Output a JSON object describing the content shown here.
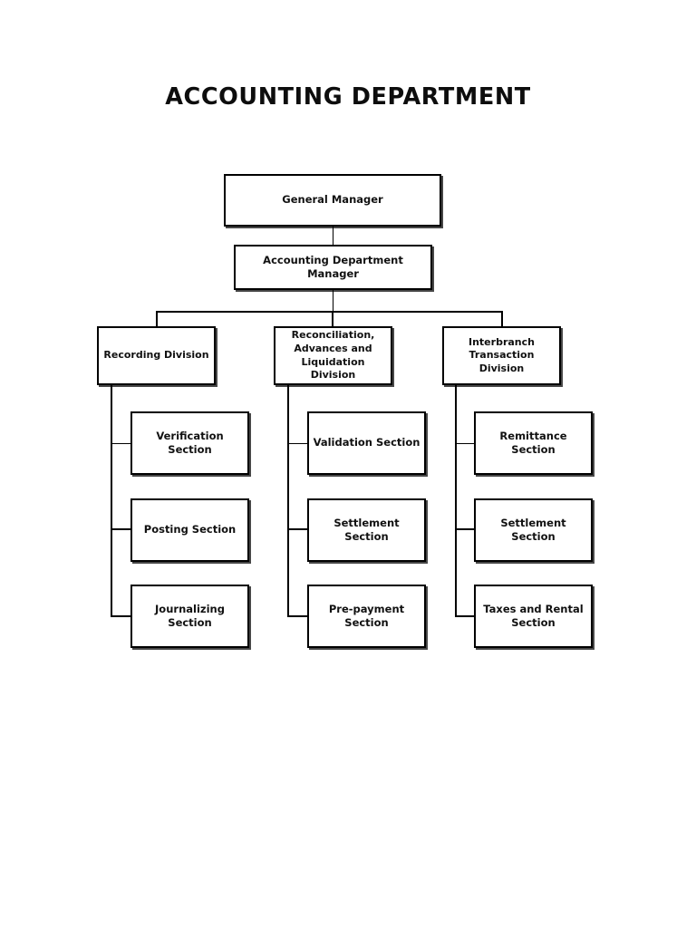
{
  "document": {
    "title": "ACCOUNTING DEPARTMENT",
    "background_color": "#ffffff",
    "line_color": "#000000",
    "box_fill": "#ffffff",
    "text_color": "#111111"
  },
  "chart_data": {
    "type": "diagram",
    "diagram_type": "organizational-chart",
    "title": "ACCOUNTING DEPARTMENT",
    "orientation": "top-down with left-hanging sub-branches",
    "levels": [
      "executive",
      "manager",
      "division",
      "section"
    ],
    "nodes": [
      {
        "id": "general-manager",
        "label": "General Manager",
        "level": "executive",
        "parent": null
      },
      {
        "id": "accounting-department-manager",
        "label": "Accounting Department Manager",
        "level": "manager",
        "parent": "general-manager"
      },
      {
        "id": "recording-division",
        "label": "Recording Division",
        "level": "division",
        "parent": "accounting-department-manager"
      },
      {
        "id": "reconciliation-advances-liquidation-division",
        "label": "Reconciliation,\nAdvances and\nLiquidation Division",
        "level": "division",
        "parent": "accounting-department-manager"
      },
      {
        "id": "interbranch-transaction-division",
        "label": "Interbranch\nTransaction Division",
        "level": "division",
        "parent": "accounting-department-manager"
      },
      {
        "id": "verification-section",
        "label": "Verification Section",
        "level": "section",
        "parent": "recording-division"
      },
      {
        "id": "posting-section",
        "label": "Posting Section",
        "level": "section",
        "parent": "recording-division"
      },
      {
        "id": "journalizing-section",
        "label": "Journalizing Section",
        "level": "section",
        "parent": "recording-division"
      },
      {
        "id": "validation-section",
        "label": "Validation Section",
        "level": "section",
        "parent": "reconciliation-advances-liquidation-division"
      },
      {
        "id": "settlement-section-reconciliation",
        "label": "Settlement Section",
        "level": "section",
        "parent": "reconciliation-advances-liquidation-division"
      },
      {
        "id": "pre-payment-section",
        "label": "Pre-payment Section",
        "level": "section",
        "parent": "reconciliation-advances-liquidation-division"
      },
      {
        "id": "remittance-section",
        "label": "Remittance Section",
        "level": "section",
        "parent": "interbranch-transaction-division"
      },
      {
        "id": "settlement-section-interbranch",
        "label": "Settlement Section",
        "level": "section",
        "parent": "interbranch-transaction-division"
      },
      {
        "id": "taxes-and-rental-section",
        "label": "Taxes and Rental\nSection",
        "level": "section",
        "parent": "interbranch-transaction-division"
      }
    ],
    "edges": [
      {
        "from": "general-manager",
        "to": "accounting-department-manager"
      },
      {
        "from": "accounting-department-manager",
        "to": "recording-division"
      },
      {
        "from": "accounting-department-manager",
        "to": "reconciliation-advances-liquidation-division"
      },
      {
        "from": "accounting-department-manager",
        "to": "interbranch-transaction-division"
      },
      {
        "from": "recording-division",
        "to": "verification-section"
      },
      {
        "from": "recording-division",
        "to": "posting-section"
      },
      {
        "from": "recording-division",
        "to": "journalizing-section"
      },
      {
        "from": "reconciliation-advances-liquidation-division",
        "to": "validation-section"
      },
      {
        "from": "reconciliation-advances-liquidation-division",
        "to": "settlement-section-reconciliation"
      },
      {
        "from": "reconciliation-advances-liquidation-division",
        "to": "pre-payment-section"
      },
      {
        "from": "interbranch-transaction-division",
        "to": "remittance-section"
      },
      {
        "from": "interbranch-transaction-division",
        "to": "settlement-section-interbranch"
      },
      {
        "from": "interbranch-transaction-division",
        "to": "taxes-and-rental-section"
      }
    ]
  },
  "top": {
    "general_manager": "General Manager",
    "accounting_department_manager": "Accounting Department Manager"
  },
  "divisions": {
    "recording": "Recording Division",
    "reconciliation": "Reconciliation,\nAdvances and\nLiquidation Division",
    "interbranch": "Interbranch\nTransaction Division"
  },
  "sections": {
    "recording": [
      "Verification Section",
      "Posting Section",
      "Journalizing Section"
    ],
    "reconciliation": [
      "Validation Section",
      "Settlement Section",
      "Pre-payment Section"
    ],
    "interbranch": [
      "Remittance Section",
      "Settlement Section",
      "Taxes and Rental\nSection"
    ]
  }
}
